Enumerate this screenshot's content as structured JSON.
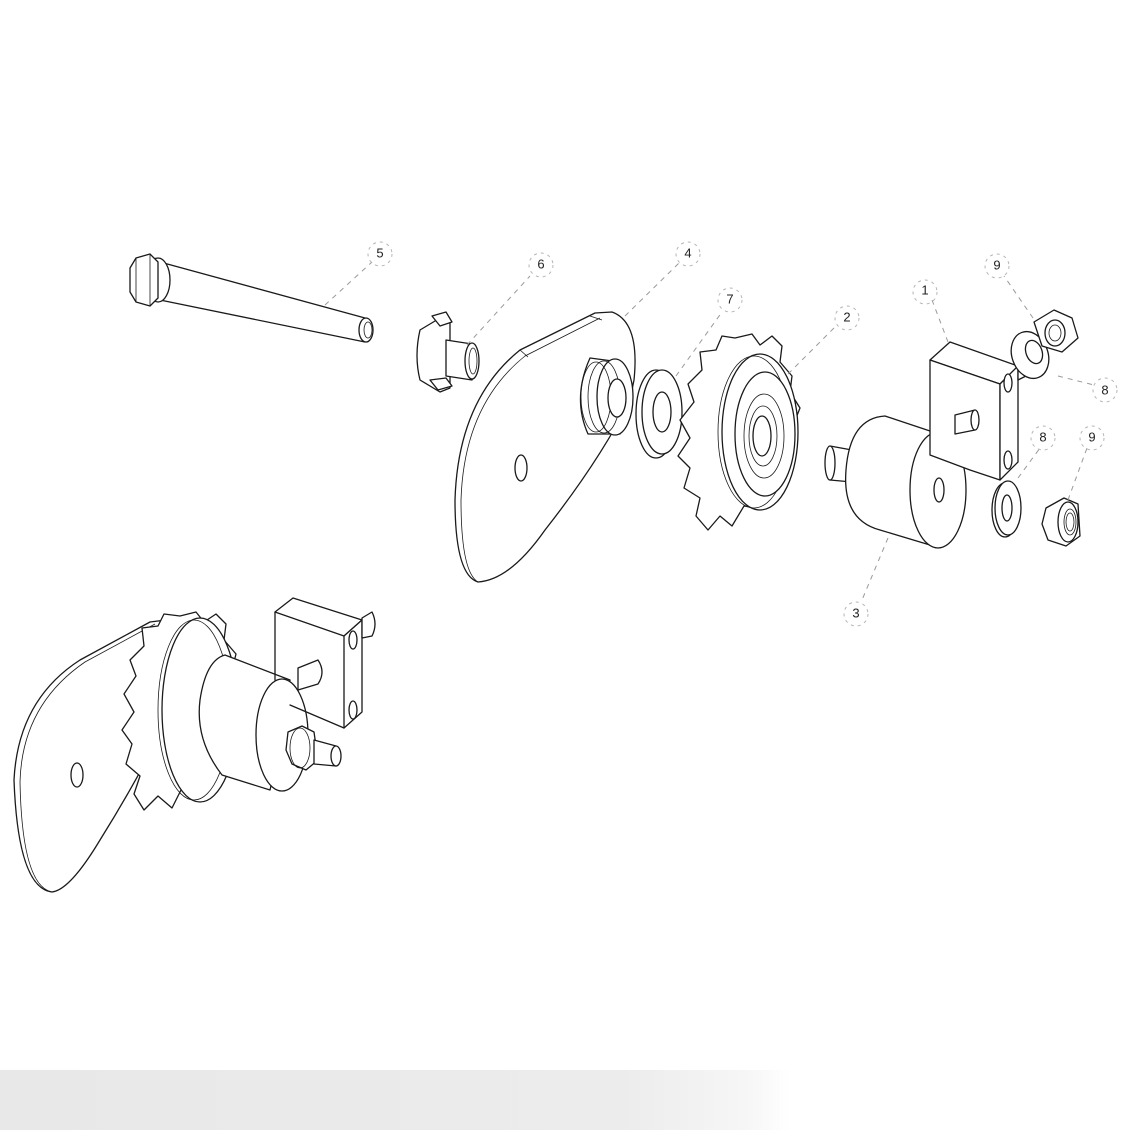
{
  "drawing": {
    "type": "exploded-assembly-view",
    "description": "Idler sprocket tensioner assembly - exploded and assembled isometric views",
    "line_color": "#1a1a1a",
    "leader_color": "#9a9a9a",
    "background": "#ffffff"
  },
  "callouts": [
    {
      "id": "c5",
      "label": "5",
      "part": "flange-bolt"
    },
    {
      "id": "c6",
      "label": "6",
      "part": "tee-nut"
    },
    {
      "id": "c4",
      "label": "4",
      "part": "tensioner-plate"
    },
    {
      "id": "c7",
      "label": "7",
      "part": "flat-washer"
    },
    {
      "id": "c2",
      "label": "2",
      "part": "idler-sprocket"
    },
    {
      "id": "c1",
      "label": "1",
      "part": "mounting-block"
    },
    {
      "id": "c9a",
      "label": "9",
      "part": "lock-nut-upper"
    },
    {
      "id": "c8a",
      "label": "8",
      "part": "washer-upper"
    },
    {
      "id": "c8b",
      "label": "8",
      "part": "washer-lower"
    },
    {
      "id": "c9b",
      "label": "9",
      "part": "lock-nut-lower"
    },
    {
      "id": "c3",
      "label": "3",
      "part": "spacer-hub"
    }
  ]
}
